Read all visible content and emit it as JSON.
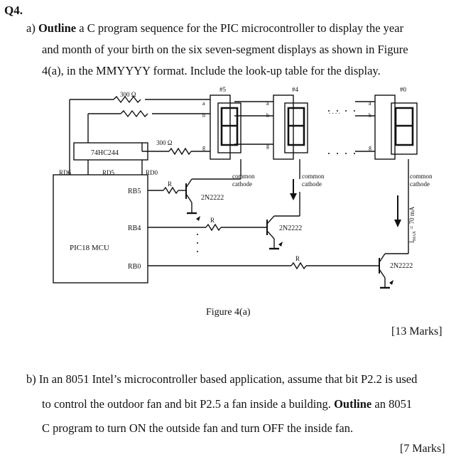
{
  "question_number": "Q4.",
  "part_a": {
    "line1_label": "a) ",
    "line1_bold": "Outline",
    "line1_rest": " a C program sequence for the PIC microcontroller to display the year",
    "line2": "and month of your birth on the six seven-segment displays as shown in Figure",
    "line3": "4(a), in the MMYYYY format. Include the look-up table for the display.",
    "marks": "[13 Marks]"
  },
  "figure": {
    "caption": "Figure 4(a)",
    "resistor_top": "300 Ω",
    "resistor_mid": "300 Ω",
    "buffer_label": "74HC244",
    "mcu_label": "PIC18 MCU",
    "pin_rd6": "RD6",
    "pin_rd5": "RD5",
    "pin_rd0": "RD0",
    "pin_rb5": "RB5",
    "pin_rb4": "RB4",
    "pin_rb0": "RB0",
    "digit_5": "#5",
    "digit_4": "#4",
    "digit_0": "#0",
    "seg_a": "a",
    "seg_b": "b",
    "seg_g": "g",
    "common_line1": "common",
    "common_line2": "cathode",
    "transistor": "2N2222",
    "resistor_r": "R",
    "imax_label": "I",
    "imax_sub": "MAX",
    "imax_value": " = 70 mA",
    "ellipsis": ". . . ."
  },
  "part_b": {
    "line1": "b)  In an 8051 Intel’s microcontroller based application, assume that bit P2.2 is used",
    "line2_pre": "to control the outdoor fan and bit P2.5 a fan inside a building. ",
    "line2_bold": "Outline",
    "line2_post": " an 8051",
    "line3": "C program to turn ON the outside fan and turn OFF the inside fan.",
    "marks": "[7 Marks]"
  }
}
